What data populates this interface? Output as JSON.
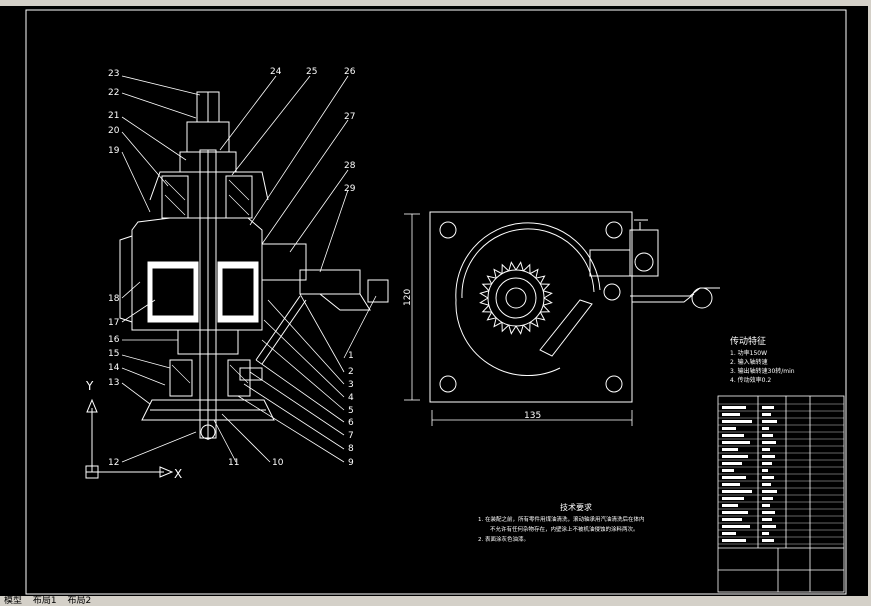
{
  "tabs": {
    "model": "模型",
    "layout1": "布局1",
    "layout2": "布局2"
  },
  "drawing": {
    "part_numbers_left": [
      "23",
      "22",
      "21",
      "20",
      "19",
      "18",
      "17",
      "16",
      "15",
      "14",
      "13",
      "12"
    ],
    "part_numbers_top": [
      "24",
      "25",
      "26",
      "27",
      "28",
      "29"
    ],
    "part_numbers_right": [
      "1",
      "2",
      "3",
      "4",
      "5",
      "6",
      "7",
      "8",
      "9",
      "11",
      "10"
    ],
    "dimension_width": "135",
    "dimension_height": "120",
    "axis_y": "Y",
    "axis_x": "X",
    "transmission_title": "传动特征",
    "transmission_items": [
      "1. 功率150W",
      "2. 输入轴转速",
      "3. 输出轴转速30转/min",
      "4. 传动效率0.2"
    ],
    "tech_title": "技术要求",
    "tech_items": [
      "1. 在装配之前，所有零件用煤油清洗，滚动轴承用汽油清洗后在体内",
      "不允许有任何杂物存在，内壁涂上不被机油侵蚀的涂料两次。",
      "2. 表面涂灰色油漆。"
    ]
  },
  "colors": {
    "background": "#000000",
    "lines": "#ffffff",
    "chrome": "#d4d0c8"
  }
}
